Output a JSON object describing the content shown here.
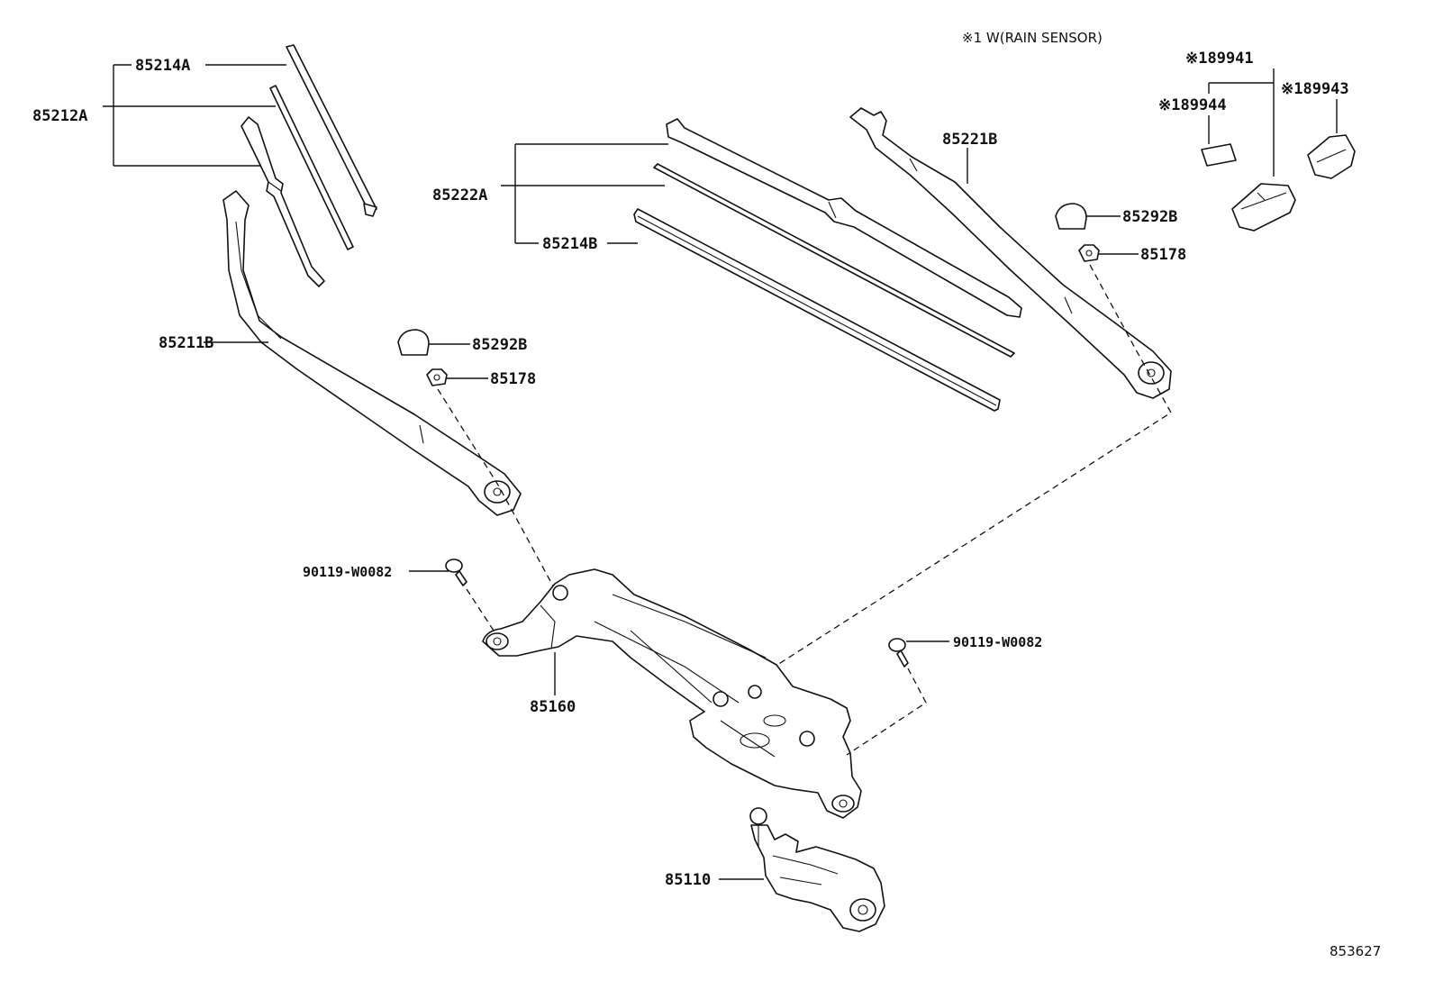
{
  "note": "※1 W(RAIN SENSOR)",
  "figure_number": "853627",
  "labels": {
    "p85214A": "85214A",
    "p85212A": "85212A",
    "p85211B": "85211B",
    "p85292B_left": "85292B",
    "p85178_left": "85178",
    "p85222A": "85222A",
    "p85214B": "85214B",
    "p85221B": "85221B",
    "p85292B_right": "85292B",
    "p85178_right": "85178",
    "p189941": "※189941",
    "p189944": "※189944",
    "p189943": "※189943",
    "p90119_left": "90119-W0082",
    "p90119_right": "90119-W0082",
    "p85160": "85160",
    "p85110": "85110"
  }
}
